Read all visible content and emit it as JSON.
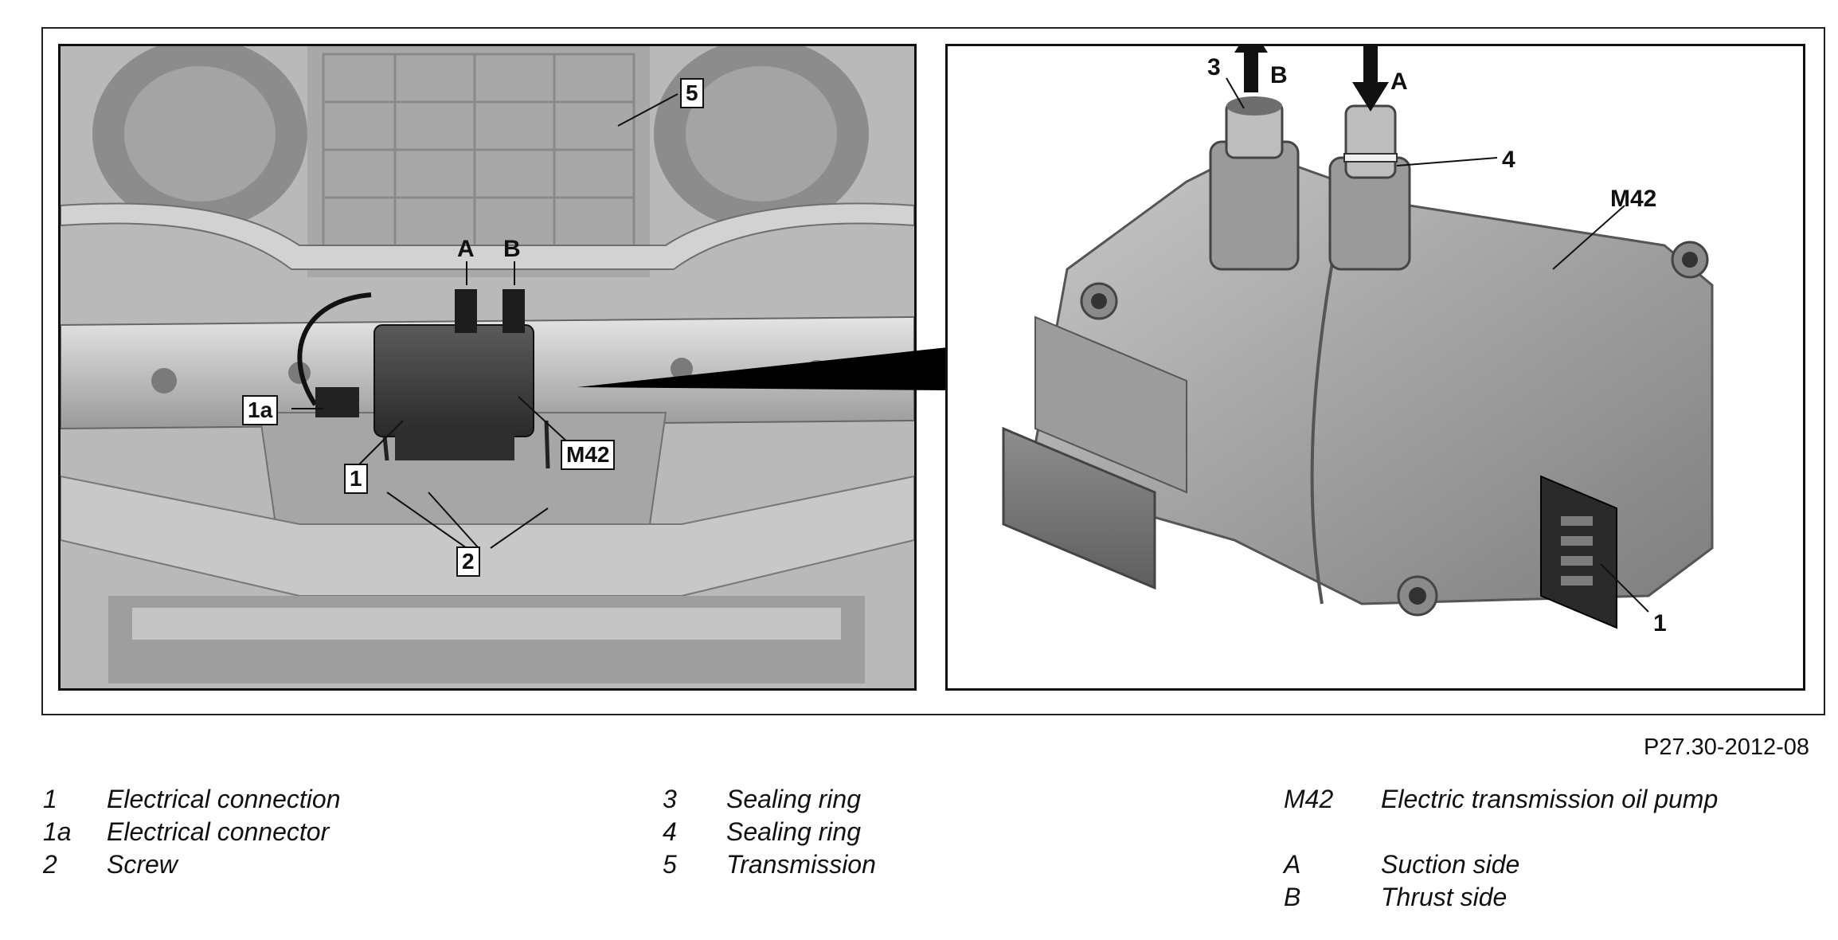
{
  "figure": {
    "reference": "P27.30-2012-08"
  },
  "left_callouts": {
    "c5": "5",
    "cA": "A",
    "cB": "B",
    "c1a": "1a",
    "c1": "1",
    "cM42": "M42",
    "c2": "2"
  },
  "right_callouts": {
    "c3": "3",
    "cB": "B",
    "cA": "A",
    "c4": "4",
    "cM42": "M42",
    "c1": "1"
  },
  "legend": {
    "col1": [
      {
        "key": "1",
        "text": "Electrical connection"
      },
      {
        "key": "1a",
        "text": "Electrical connector"
      },
      {
        "key": "2",
        "text": "Screw"
      }
    ],
    "col2": [
      {
        "key": "3",
        "text": "Sealing ring"
      },
      {
        "key": "4",
        "text": "Sealing ring"
      },
      {
        "key": "5",
        "text": "Transmission"
      }
    ],
    "col3": [
      {
        "key": "M42",
        "text": "Electric transmission oil pump"
      },
      {
        "key": "",
        "text": ""
      },
      {
        "key": "A",
        "text": "Suction side"
      },
      {
        "key": "B",
        "text": "Thrust side"
      }
    ]
  }
}
